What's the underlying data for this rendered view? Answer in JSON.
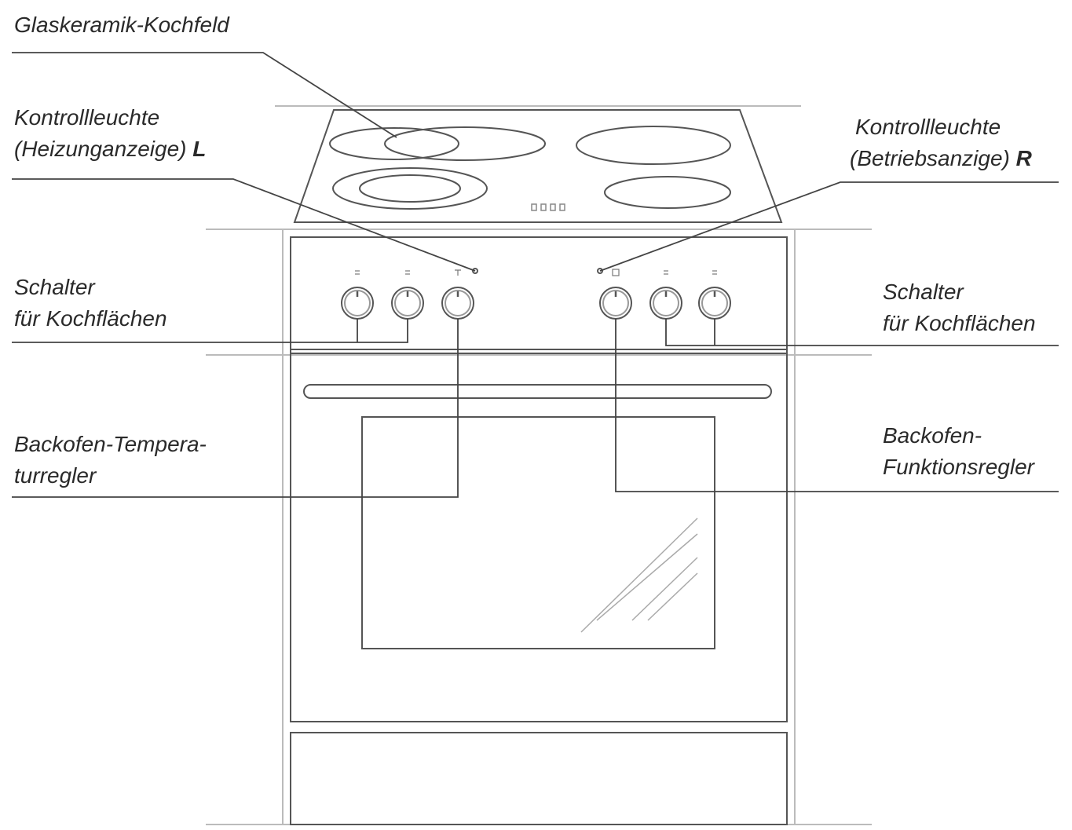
{
  "labels": {
    "cooktop": "Glaskeramik-Kochfeld",
    "indicator_left_line1": "Kontrollleuchte",
    "indicator_left_line2": "(Heizunganzeige)",
    "indicator_left_letter": "L",
    "indicator_right_line1": "Kontrollleuchte",
    "indicator_right_line2": "(Betriebsanzige)",
    "indicator_right_letter": "R",
    "switches_left_line1": "Schalter",
    "switches_left_line2": "für Kochflächen",
    "switches_right_line1": "Schalter",
    "switches_right_line2": "für Kochflächen",
    "temp_regulator_line1": "Backofen-Tempera-",
    "temp_regulator_line2": "turregler",
    "function_regulator_line1": "Backofen-",
    "function_regulator_line2": "Funktionsregler"
  },
  "colors": {
    "line": "#555555",
    "light_line": "#bbbbbb",
    "text": "#2a2a2a"
  }
}
